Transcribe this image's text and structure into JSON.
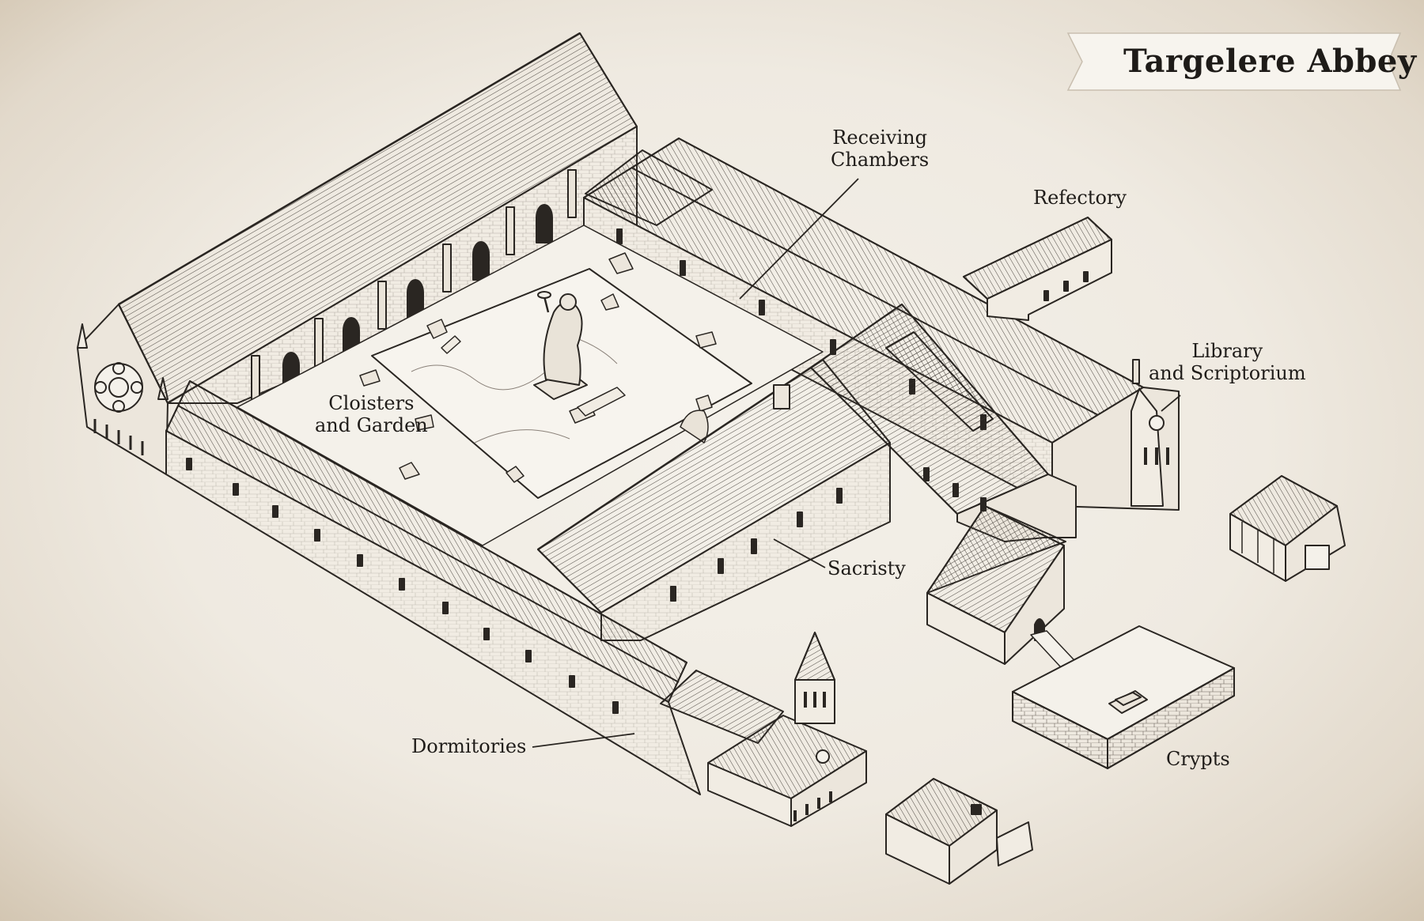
{
  "title": "Targelere Abbey",
  "labels": {
    "receiving_chambers": [
      "Receiving",
      "Chambers"
    ],
    "refectory": "Refectory",
    "library": [
      "Library",
      "and Scriptorium"
    ],
    "cloisters": [
      "Cloisters",
      "and Garden"
    ],
    "sacristy": "Sacristy",
    "dormitories": "Dormitories",
    "crypts": "Crypts"
  },
  "colors": {
    "ink": "#2a2622",
    "paper": "#efeae1",
    "roof": "#e9e3d8",
    "wall": "#f1ece3",
    "banner": "#f7f4ee"
  }
}
